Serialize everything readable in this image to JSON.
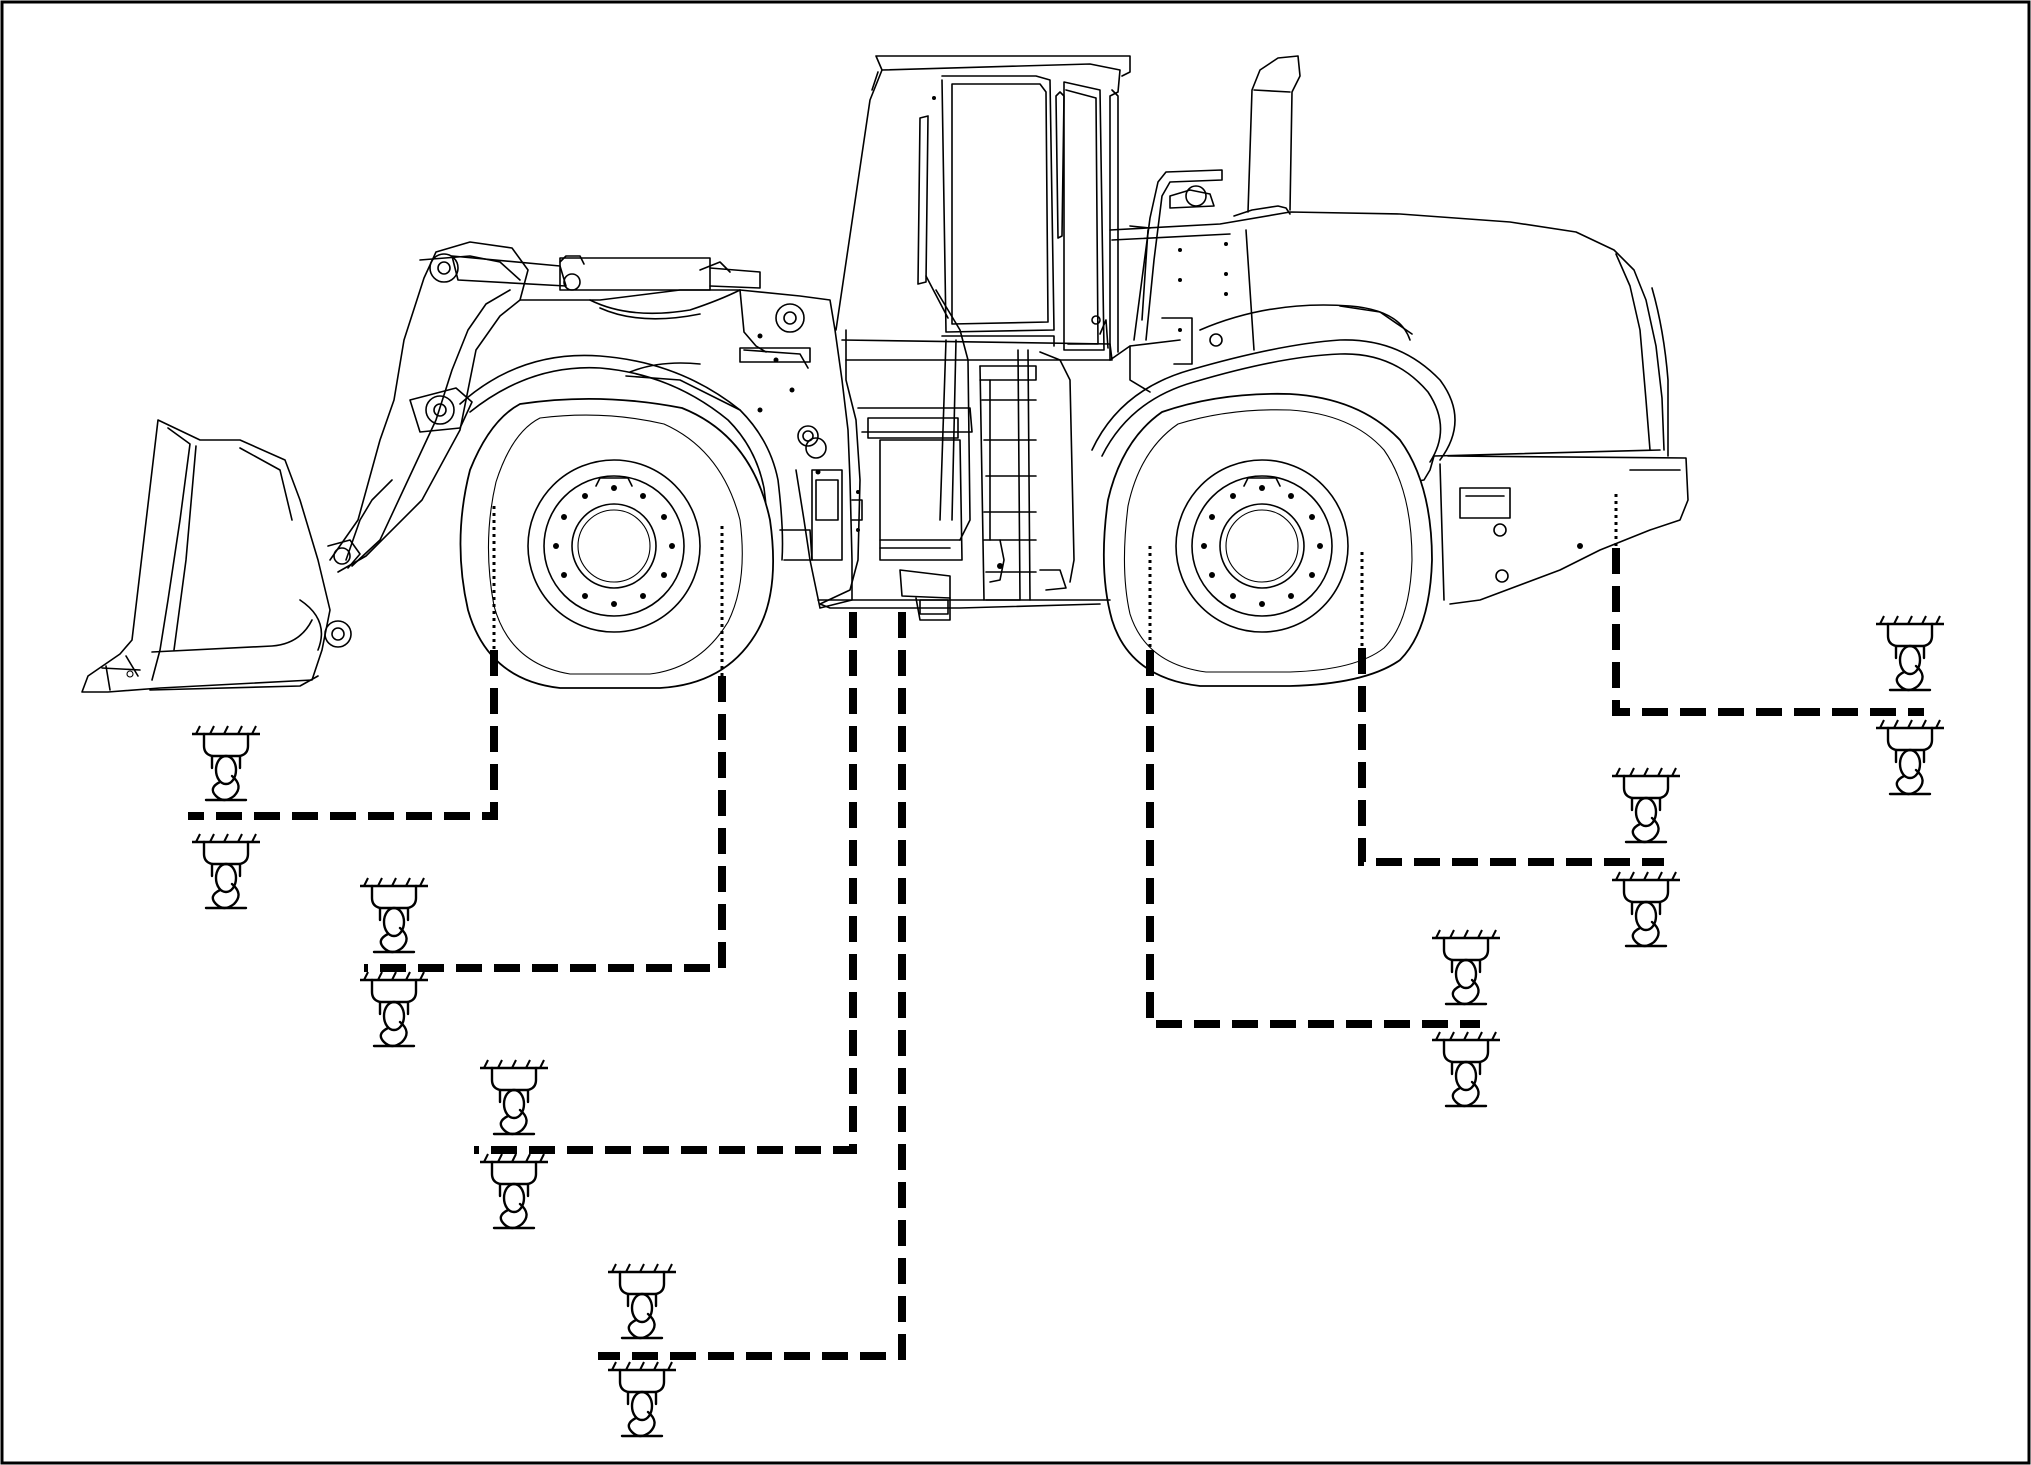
{
  "diagram": {
    "subject": "wheel-loader",
    "tie_down_points": [
      {
        "id": "front-axle-left"
      },
      {
        "id": "front-axle-right"
      },
      {
        "id": "center-left"
      },
      {
        "id": "center-right"
      },
      {
        "id": "rear-axle-left"
      },
      {
        "id": "rear-axle-right"
      },
      {
        "id": "rear-frame"
      }
    ],
    "anchor_count": 14,
    "colors": {
      "line": "#000000",
      "background": "#ffffff"
    }
  }
}
